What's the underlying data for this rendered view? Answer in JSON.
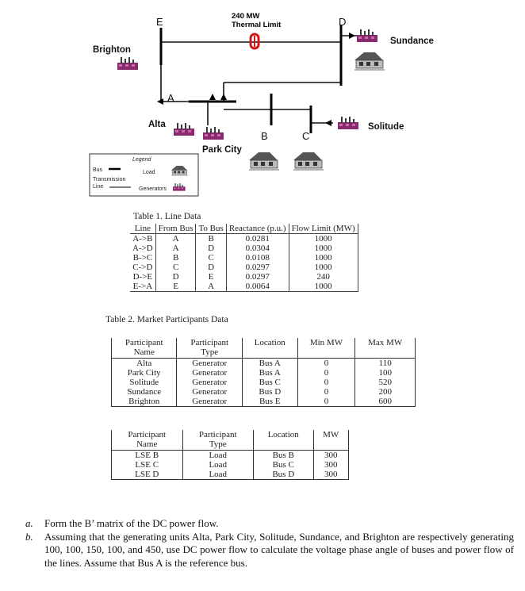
{
  "diagram": {
    "thermal_limit": [
      "240 MW",
      "Thermal Limit"
    ],
    "bus_labels": {
      "A": "A",
      "B": "B",
      "C": "C",
      "D": "D",
      "E": "E"
    },
    "place_labels": {
      "brighton": "Brighton",
      "sundance": "Sundance",
      "alta": "Alta",
      "park_city": "Park City",
      "solitude": "Solitude"
    },
    "legend": {
      "title": "Legend",
      "bus": "Bus",
      "load": "Load",
      "transmission": "Transmission",
      "line": "Line",
      "generators": "Generators"
    }
  },
  "table1": {
    "caption": "Table 1. Line Data",
    "headers": [
      "Line",
      "From Bus",
      "To Bus",
      "Reactance (p.u.)",
      "Flow Limit (MW)"
    ],
    "rows": [
      [
        "A->B",
        "A",
        "B",
        "0.0281",
        "1000"
      ],
      [
        "A->D",
        "A",
        "D",
        "0.0304",
        "1000"
      ],
      [
        "B->C",
        "B",
        "C",
        "0.0108",
        "1000"
      ],
      [
        "C->D",
        "C",
        "D",
        "0.0297",
        "1000"
      ],
      [
        "D->E",
        "D",
        "E",
        "0.0297",
        "240"
      ],
      [
        "E->A",
        "E",
        "A",
        "0.0064",
        "1000"
      ]
    ]
  },
  "table2": {
    "caption": "Table 2. Market Participants Data",
    "headers": [
      [
        "Participant",
        "Name"
      ],
      [
        "Participant",
        "Type"
      ],
      [
        "Location"
      ],
      [
        "Min MW"
      ],
      [
        "Max MW"
      ]
    ],
    "rows": [
      [
        "Alta",
        "Generator",
        "Bus A",
        "0",
        "110"
      ],
      [
        "Park City",
        "Generator",
        "Bus A",
        "0",
        "100"
      ],
      [
        "Solitude",
        "Generator",
        "Bus C",
        "0",
        "520"
      ],
      [
        "Sundance",
        "Generator",
        "Bus D",
        "0",
        "200"
      ],
      [
        "Brighton",
        "Generator",
        "Bus E",
        "0",
        "600"
      ]
    ]
  },
  "table3": {
    "headers": [
      [
        "Participant",
        "Name"
      ],
      [
        "Participant",
        "Type"
      ],
      [
        "Location"
      ],
      [
        "MW"
      ]
    ],
    "rows": [
      [
        "LSE B",
        "Load",
        "Bus B",
        "300"
      ],
      [
        "LSE C",
        "Load",
        "Bus C",
        "300"
      ],
      [
        "LSE D",
        "Load",
        "Bus D",
        "300"
      ]
    ]
  },
  "questions": [
    {
      "label": "a.",
      "text": "Form the B’ matrix of the DC power flow."
    },
    {
      "label": "b.",
      "text": "Assuming that the generating units Alta, Park City, Solitude, Sundance, and Brighton are respectively generating 100, 100, 150, 100, and 450, use DC power flow to calculate the voltage phase angle of buses and power flow of the lines. Assume that Bus A is the reference bus."
    }
  ],
  "colors": {
    "factory": "#8a2a6e",
    "breaker": "#d01818",
    "house": "#777777"
  }
}
